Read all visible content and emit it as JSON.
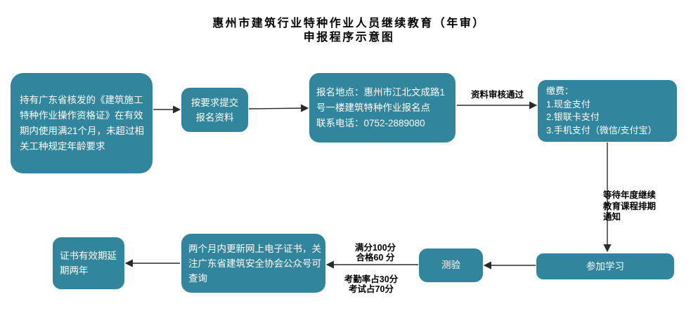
{
  "title": {
    "line1": "惠州市建筑行业特种作业人员继续教育（年审）",
    "line2": "申报程序示意图"
  },
  "colors": {
    "node_fill": "#31859C",
    "node_text": "#FFFFFF",
    "arrow": "#2b2b2b",
    "label_text": "#000000",
    "background": "#FFFFFF"
  },
  "nodes": {
    "cert_requirement": {
      "lines": [
        "持有广东省核发的《建筑施工",
        "特种作业操作资格证》在有效",
        "期内使用满21个月，未超过相",
        "关工种规定年龄要求"
      ]
    },
    "submit_materials": {
      "lines": [
        "按要求提交",
        "报名资料"
      ]
    },
    "registration_point": {
      "lines": [
        "报名地点：惠州市江北文成路1",
        "号一楼建筑特种作业报名点",
        "联系电话：0752-2889080"
      ]
    },
    "payment": {
      "lines": [
        "缴费：",
        "1.现金支付",
        "2.银联卡支付",
        "3.手机支付（微信/支付宝）"
      ]
    },
    "attend_study": {
      "label": "参加学习"
    },
    "test": {
      "label": "测验"
    },
    "update_certificate": {
      "lines": [
        "两个月内更新网上电子证书，关",
        "注广东省建筑安全协会公众号可",
        "查询"
      ]
    },
    "cert_extension": {
      "lines": [
        "证书有效期延",
        "期两年"
      ]
    }
  },
  "edge_labels": {
    "review_passed": "资料审核通过",
    "wait_schedule": {
      "lines": [
        "等待年度继续",
        "教育课程排期",
        "通知"
      ]
    },
    "score": {
      "lines": [
        "满分100分",
        "合格60 分"
      ]
    },
    "weights": {
      "lines": [
        "考勤率占30分",
        "考试占70分"
      ]
    }
  }
}
